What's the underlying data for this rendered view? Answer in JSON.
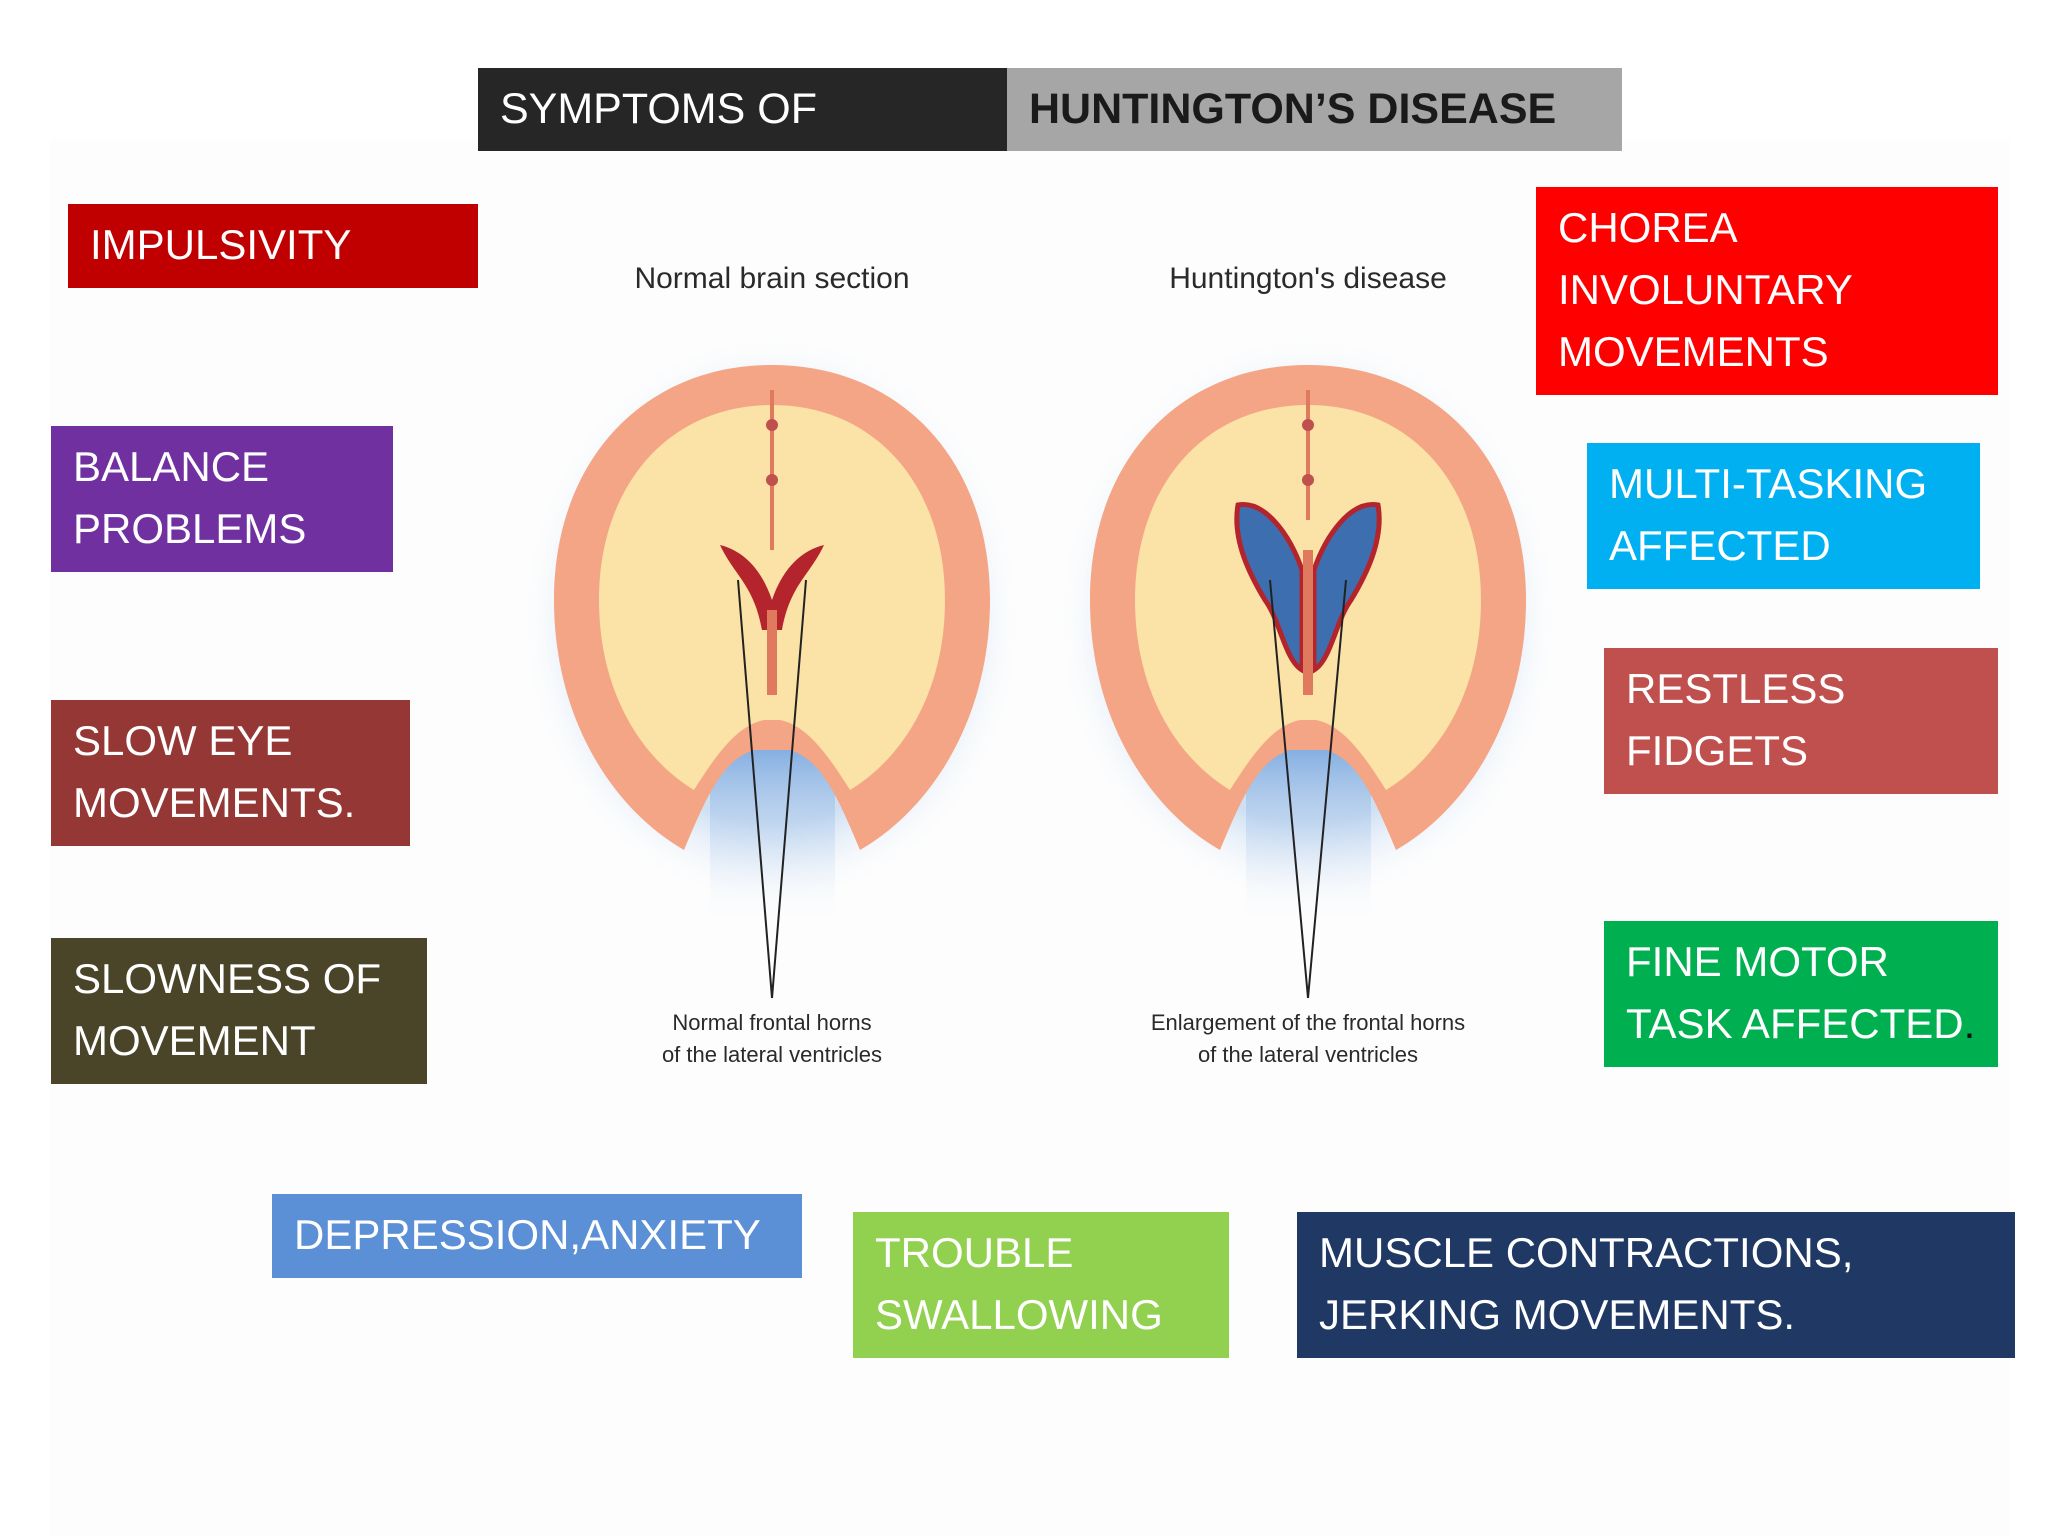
{
  "title": {
    "left": "SYMPTOMS  OF",
    "right": "HUNTINGTON’S DISEASE"
  },
  "colors": {
    "impulsivity": "#c00000",
    "balance": "#7030a0",
    "slow_eye": "#953735",
    "slowness": "#4a4529",
    "depression": "#5b8fd6",
    "trouble": "#92d050",
    "muscle": "#1f3864",
    "chorea": "#ff0000",
    "multitasking": "#00b0f0",
    "restless": "#c0504d",
    "fine_motor": "#00b050"
  },
  "symptoms": {
    "impulsivity": "IMPULSIVITY",
    "balance": "BALANCE\nPROBLEMS",
    "slow_eye": "SLOW  EYE\nMOVEMENTS.",
    "slowness": "SLOWNESS OF\nMOVEMENT",
    "depression": "DEPRESSION,ANXIETY",
    "trouble": "TROUBLE\nSWALLOWING",
    "muscle": "MUSCLE CONTRACTIONS,\nJERKING MOVEMENTS.",
    "chorea": "CHOREA\nINVOLUNTARY\nMOVEMENTS",
    "multitasking": "MULTI-TASKING\nAFFECTED",
    "restless": "RESTLESS\nFIDGETS",
    "fine_motor": "FINE MOTOR\nTASK AFFECTED",
    "fine_motor_period": "."
  },
  "figure": {
    "normal_heading": "Normal brain section",
    "hd_heading": "Huntington's disease",
    "normal_caption_1": "Normal frontal horns",
    "normal_caption_2": "of the lateral ventricles",
    "hd_caption_1": "Enlargement of the frontal horns",
    "hd_caption_2": "of the lateral ventricles",
    "normal_ventricle_color": "#b3242c",
    "hd_ventricle_color": "#3d6fb0",
    "brain_outer_color": "#f4a585",
    "brain_inner_color": "#fbe2a6"
  }
}
